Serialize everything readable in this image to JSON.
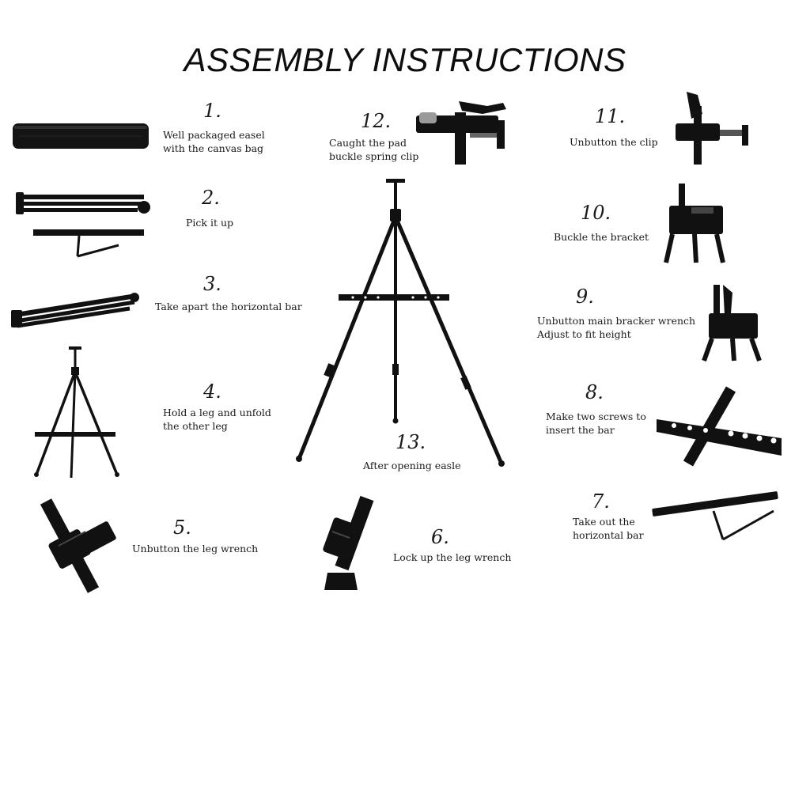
{
  "title": "ASSEMBLY INSTRUCTIONS",
  "steps": [
    {
      "number": "1.",
      "lines": [
        "Well packaged easel",
        "with the canvas bag"
      ]
    },
    {
      "number": "2.",
      "lines": [
        "Pick it up"
      ]
    },
    {
      "number": "3.",
      "lines": [
        "Take apart the horizontal bar"
      ]
    },
    {
      "number": "4.",
      "lines": [
        "Hold a leg and unfold",
        "the other leg"
      ]
    },
    {
      "number": "5.",
      "lines": [
        "Unbutton the leg wrench"
      ]
    },
    {
      "number": "6.",
      "lines": [
        "Lock up the leg wrench"
      ]
    },
    {
      "number": "7.",
      "lines": [
        "Take out the",
        "horizontal bar"
      ]
    },
    {
      "number": "8.",
      "lines": [
        "Make two screws to",
        "insert the bar"
      ]
    },
    {
      "number": "9.",
      "lines": [
        "Unbutton main bracker wrench",
        "Adjust to fit height"
      ]
    },
    {
      "number": "10.",
      "lines": [
        "Buckle the bracket"
      ]
    },
    {
      "number": "11.",
      "lines": [
        "Unbutton the clip"
      ]
    },
    {
      "number": "12.",
      "lines": [
        "Caught the pad",
        "buckle spring clip"
      ]
    },
    {
      "number": "13.",
      "lines": [
        "After opening easle"
      ]
    }
  ],
  "icons": {
    "step1": "canvas-bag-icon",
    "step2": "folded-easel-icon",
    "step3": "folded-legs-icon",
    "step4": "unfolded-easel-icon",
    "step5": "leg-wrench-icon",
    "step6": "locked-leg-wrench-icon",
    "step7": "horizontal-bar-icon",
    "step8": "bar-screws-icon",
    "step9": "main-bracket-wrench-icon",
    "step10": "bracket-buckle-icon",
    "step11": "clip-icon",
    "step12": "spring-clip-icon",
    "step13": "opened-easel-icon"
  }
}
